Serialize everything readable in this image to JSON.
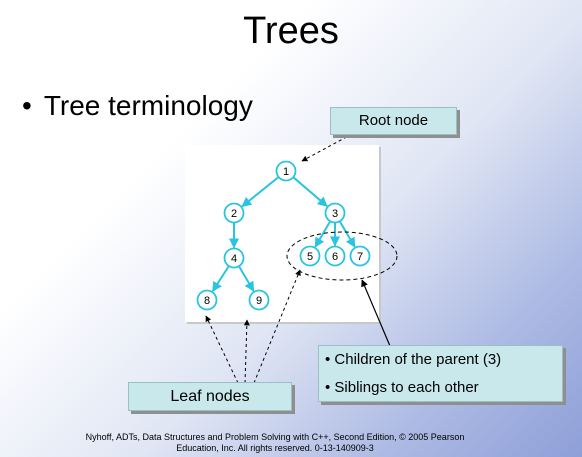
{
  "slide": {
    "title": "Trees",
    "bullet": "Tree terminology",
    "bullet_glyph": "•"
  },
  "callouts": {
    "root": "Root node",
    "leaf": "Leaf nodes",
    "children_line1": "• Children of the parent (3)",
    "children_line2": "• Siblings to each other"
  },
  "tree": {
    "nodes": [
      "1",
      "2",
      "3",
      "4",
      "5",
      "6",
      "7",
      "8",
      "9"
    ],
    "edges": [
      [
        "1",
        "2"
      ],
      [
        "1",
        "3"
      ],
      [
        "2",
        "4"
      ],
      [
        "3",
        "5"
      ],
      [
        "3",
        "6"
      ],
      [
        "3",
        "7"
      ],
      [
        "4",
        "8"
      ],
      [
        "4",
        "9"
      ]
    ],
    "node_color": "#29c4df"
  },
  "footer": {
    "line1": "Nyhoff, ADTs, Data Structures and Problem Solving with C++, Second Edition, © 2005 Pearson",
    "line2": "Education, Inc. All rights reserved. 0-13-140909-3"
  }
}
